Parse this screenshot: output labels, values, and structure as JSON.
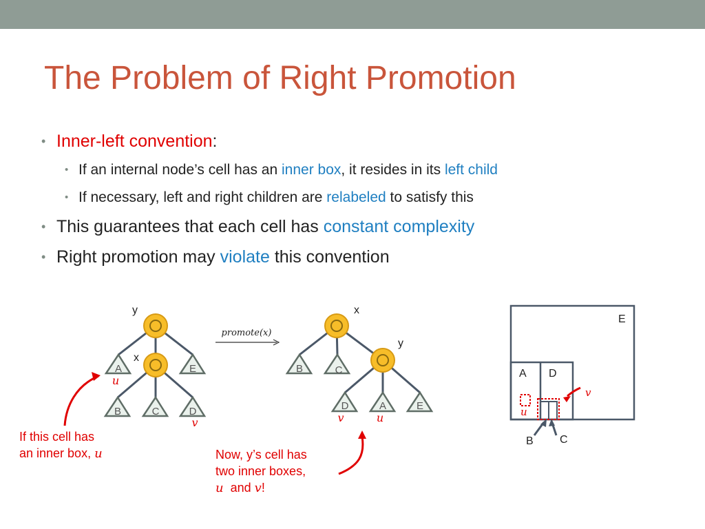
{
  "title": "The Problem of Right Promotion",
  "bullets": {
    "b1": {
      "highlight": "Inner-left convention",
      "rest": ":"
    },
    "b1a": {
      "p1": "If an internal node’s cell has an ",
      "h1": "inner box",
      "p2": ", it resides in its ",
      "h2": "left child"
    },
    "b1b": {
      "p1": "If necessary, left and right children are ",
      "h1": "relabeled",
      "p2": " to satisfy this"
    },
    "b2": {
      "p1": "This guarantees that each cell has ",
      "h1": "constant complexity"
    },
    "b3": {
      "p1": "Right promotion may ",
      "h1": "violate",
      "p2": " this convention"
    }
  },
  "left_tree": {
    "root": "y",
    "inner": "x",
    "leaves_top": [
      "A",
      "E"
    ],
    "leaves_bottom": [
      "B",
      "C",
      "D"
    ],
    "var_u": "u",
    "var_v": "v"
  },
  "arrow_label": "promote(x)",
  "right_tree": {
    "root": "x",
    "inner": "y",
    "leaves_top": [
      "B",
      "C"
    ],
    "leaves_bottom": [
      "D",
      "A",
      "E"
    ],
    "var_v": "v",
    "var_u": "u"
  },
  "box_diagram": {
    "labels": [
      "E",
      "A",
      "D",
      "B",
      "C"
    ],
    "var_v": "v",
    "var_u": "u"
  },
  "annotation_left": {
    "line1": "If this cell has",
    "line2": "an inner box,",
    "var": "u"
  },
  "annotation_right": {
    "line1": "Now, y’s cell has",
    "line2": "two inner boxes,",
    "var1": "u",
    "mid": "and",
    "var2": "v",
    "end": "!"
  },
  "colors": {
    "title": "#c9553b",
    "highlight_red": "#e00000",
    "highlight_blue": "#1f7fc1",
    "node_fill": "#f7bd29",
    "edge": "#4b5868",
    "topbar": "#8f9c95"
  }
}
